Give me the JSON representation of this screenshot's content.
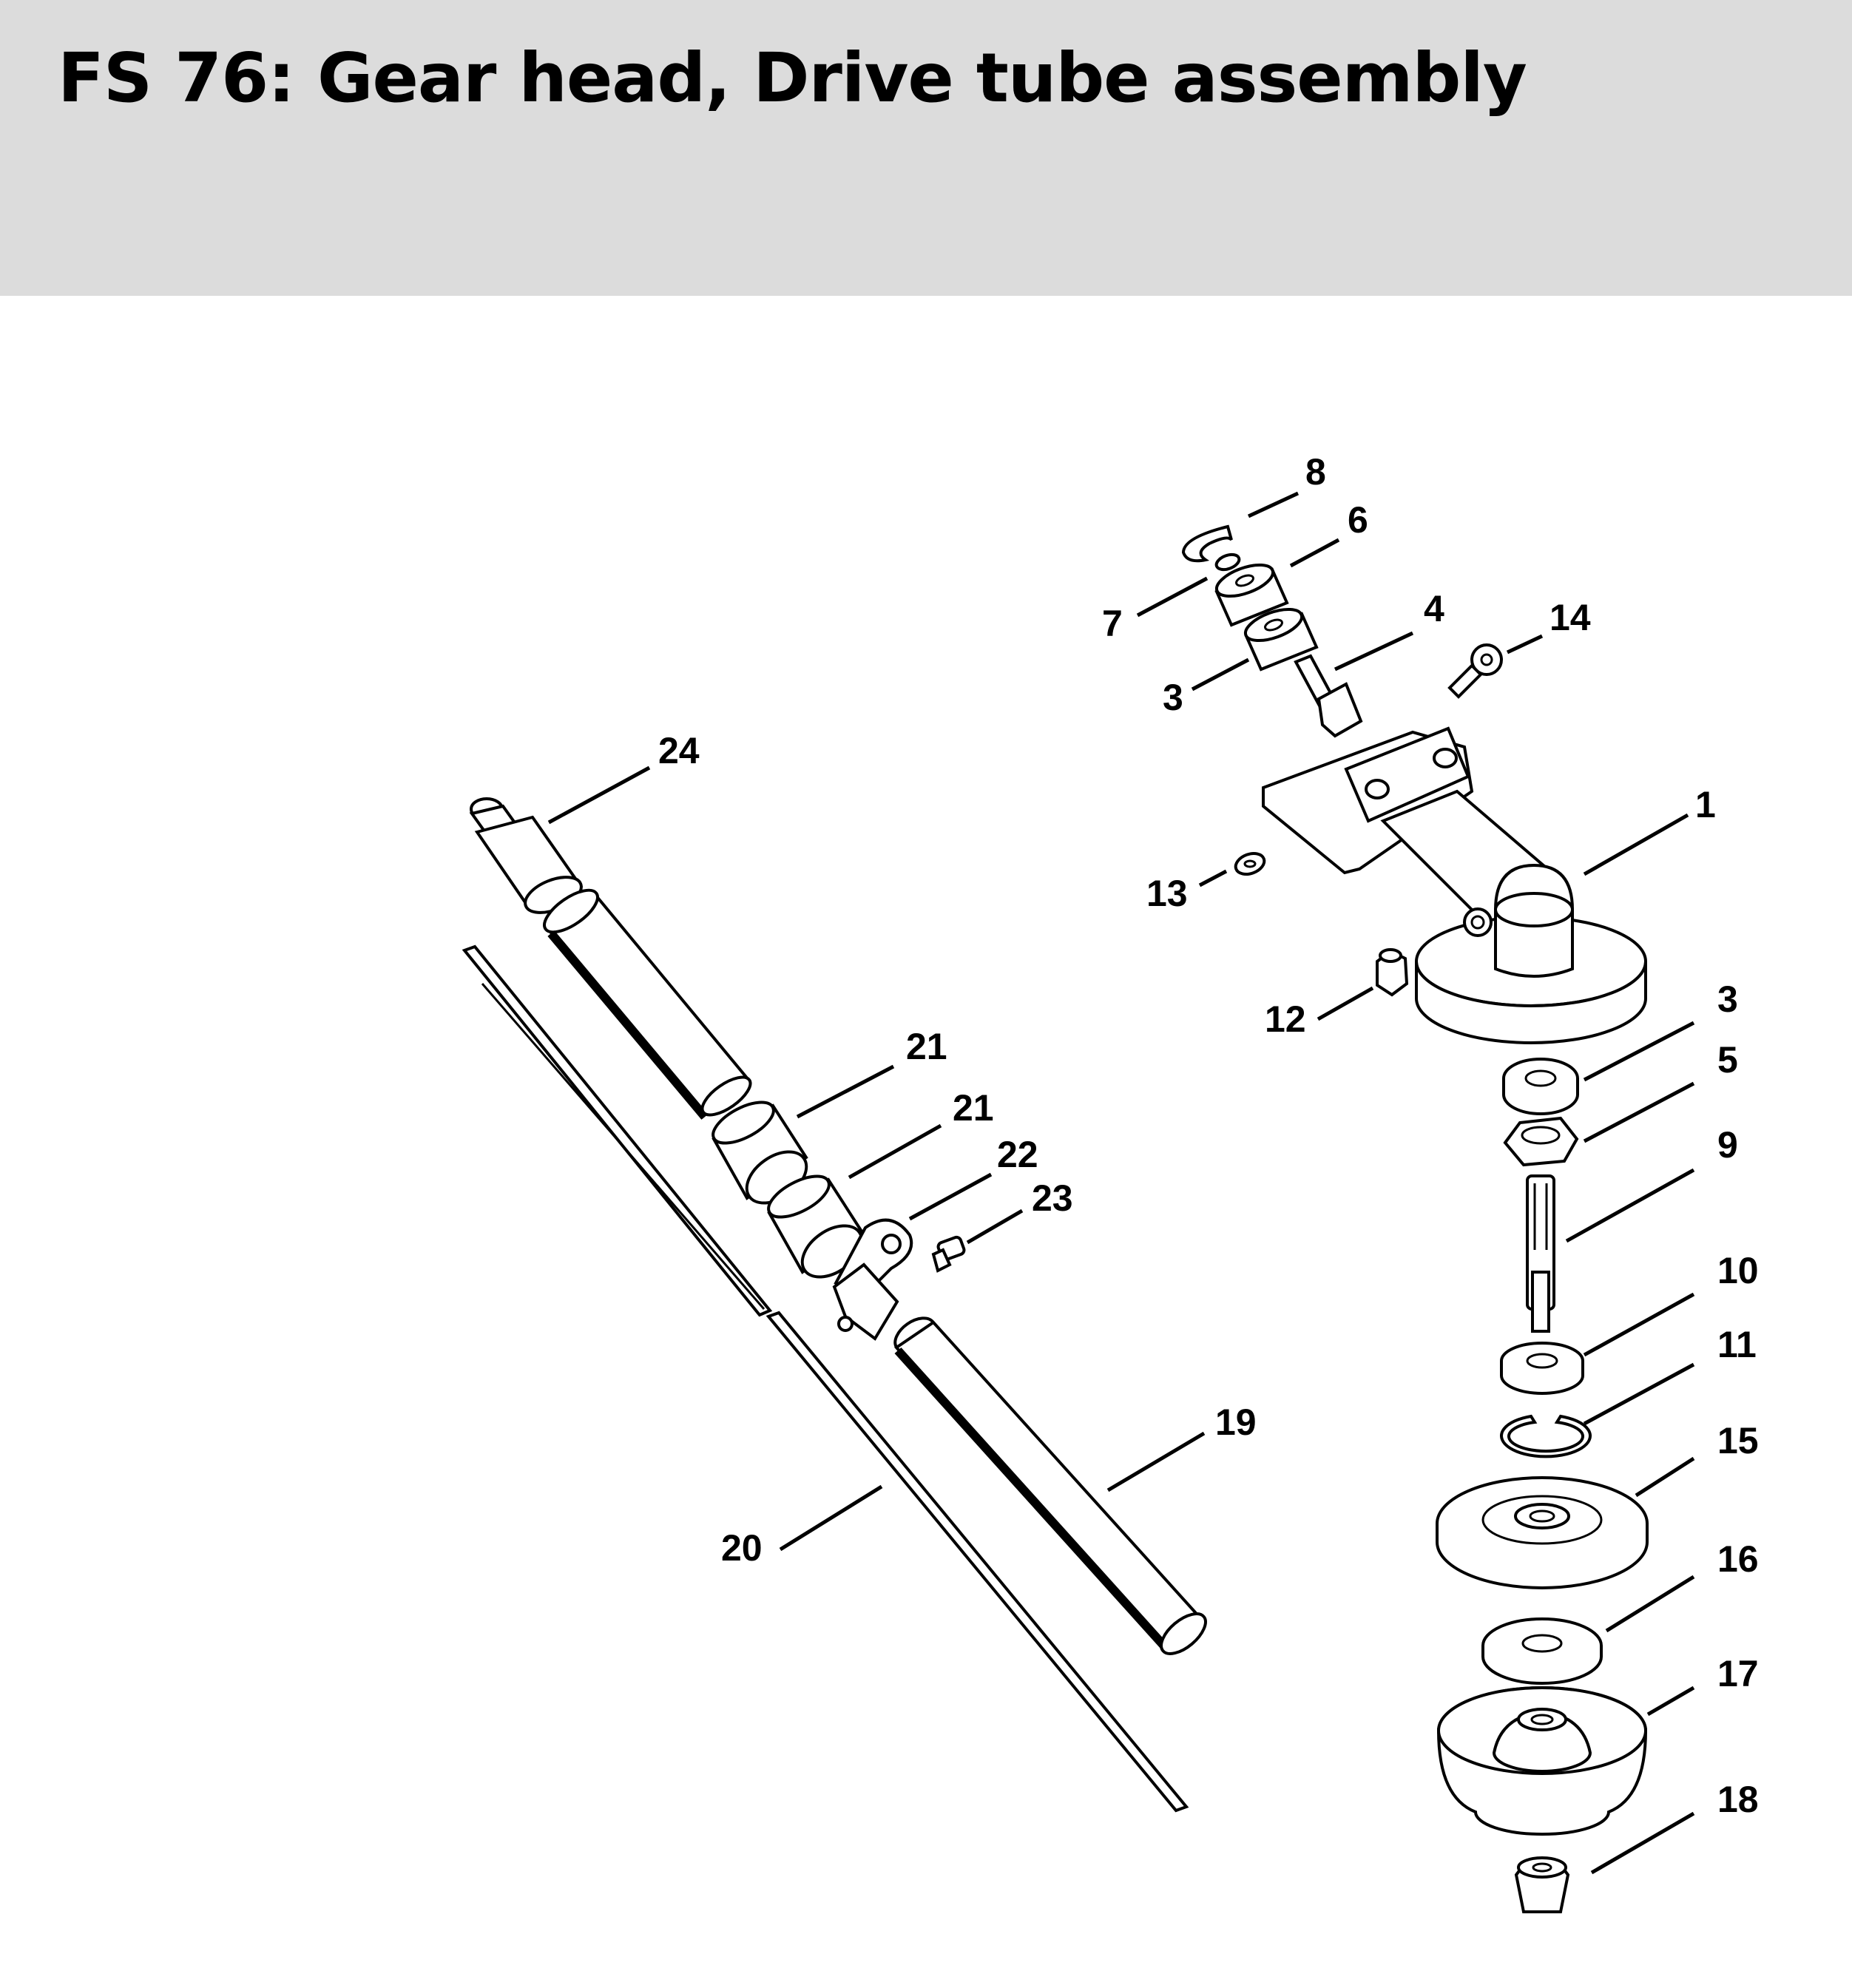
{
  "title": "FS 76: Gear head, Drive tube assembly",
  "colors": {
    "header_bg": "#dcdcdc",
    "ink": "#000000",
    "paper": "#ffffff"
  },
  "parts": [
    {
      "id": "p1",
      "label": "1"
    },
    {
      "id": "p3a",
      "label": "3"
    },
    {
      "id": "p3b",
      "label": "3"
    },
    {
      "id": "p4",
      "label": "4"
    },
    {
      "id": "p5",
      "label": "5"
    },
    {
      "id": "p6",
      "label": "6"
    },
    {
      "id": "p7",
      "label": "7"
    },
    {
      "id": "p8",
      "label": "8"
    },
    {
      "id": "p9",
      "label": "9"
    },
    {
      "id": "p10",
      "label": "10"
    },
    {
      "id": "p11",
      "label": "11"
    },
    {
      "id": "p12",
      "label": "12"
    },
    {
      "id": "p13",
      "label": "13"
    },
    {
      "id": "p14",
      "label": "14"
    },
    {
      "id": "p15",
      "label": "15"
    },
    {
      "id": "p16",
      "label": "16"
    },
    {
      "id": "p17",
      "label": "17"
    },
    {
      "id": "p18",
      "label": "18"
    },
    {
      "id": "p19",
      "label": "19"
    },
    {
      "id": "p20",
      "label": "20"
    },
    {
      "id": "p21a",
      "label": "21"
    },
    {
      "id": "p21b",
      "label": "21"
    },
    {
      "id": "p22",
      "label": "22"
    },
    {
      "id": "p23",
      "label": "23"
    },
    {
      "id": "p24",
      "label": "24"
    }
  ]
}
